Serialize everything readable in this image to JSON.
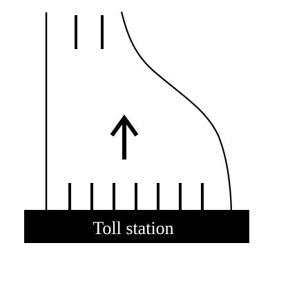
{
  "diagram": {
    "toll_station": {
      "label": "Toll station"
    },
    "colors": {
      "background": "#ffffff",
      "ink": "#000000",
      "label_text": "#ffffff"
    },
    "elements": {
      "lane_divider_marks_top_count": 2,
      "lane_divider_marks_bottom_count": 7,
      "direction_arrow": "up-arrow-icon",
      "left_road_edge": "straight",
      "right_road_edge": "curved"
    }
  }
}
